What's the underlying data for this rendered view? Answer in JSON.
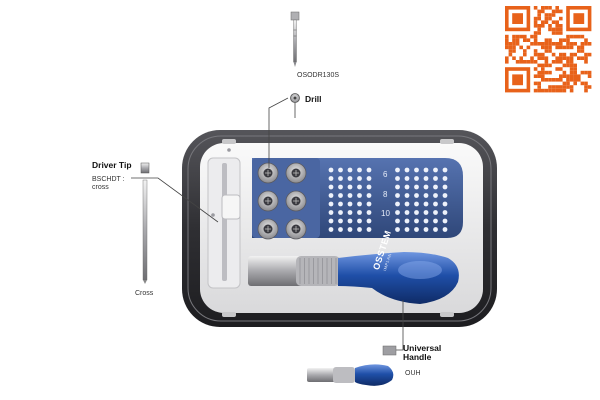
{
  "labels": {
    "drill_code": "OSODR130S",
    "drill": "Drill",
    "driver_tip": "Driver Tip",
    "driver_tip_code": "BSCHDT :",
    "driver_tip_type": "cross",
    "cross": "Cross",
    "universal_handle_line1": "Universal",
    "universal_handle_line2": "Handle",
    "handle_code": "OUH"
  },
  "brand": {
    "name": "OSSTEM",
    "sub": "IMPLANT"
  },
  "tray_markings": [
    "6",
    "8",
    "10"
  ],
  "colors": {
    "case_dark": "#3b3b3f",
    "tray_blue": "#3f5a94",
    "handle_blue": "#1f4fa8",
    "qr_orange": "#e8621a"
  },
  "icons": {
    "qr": "qr-code-icon",
    "drill": "drill-bit-icon",
    "driver": "driver-tip-icon",
    "handle": "universal-handle-icon"
  }
}
